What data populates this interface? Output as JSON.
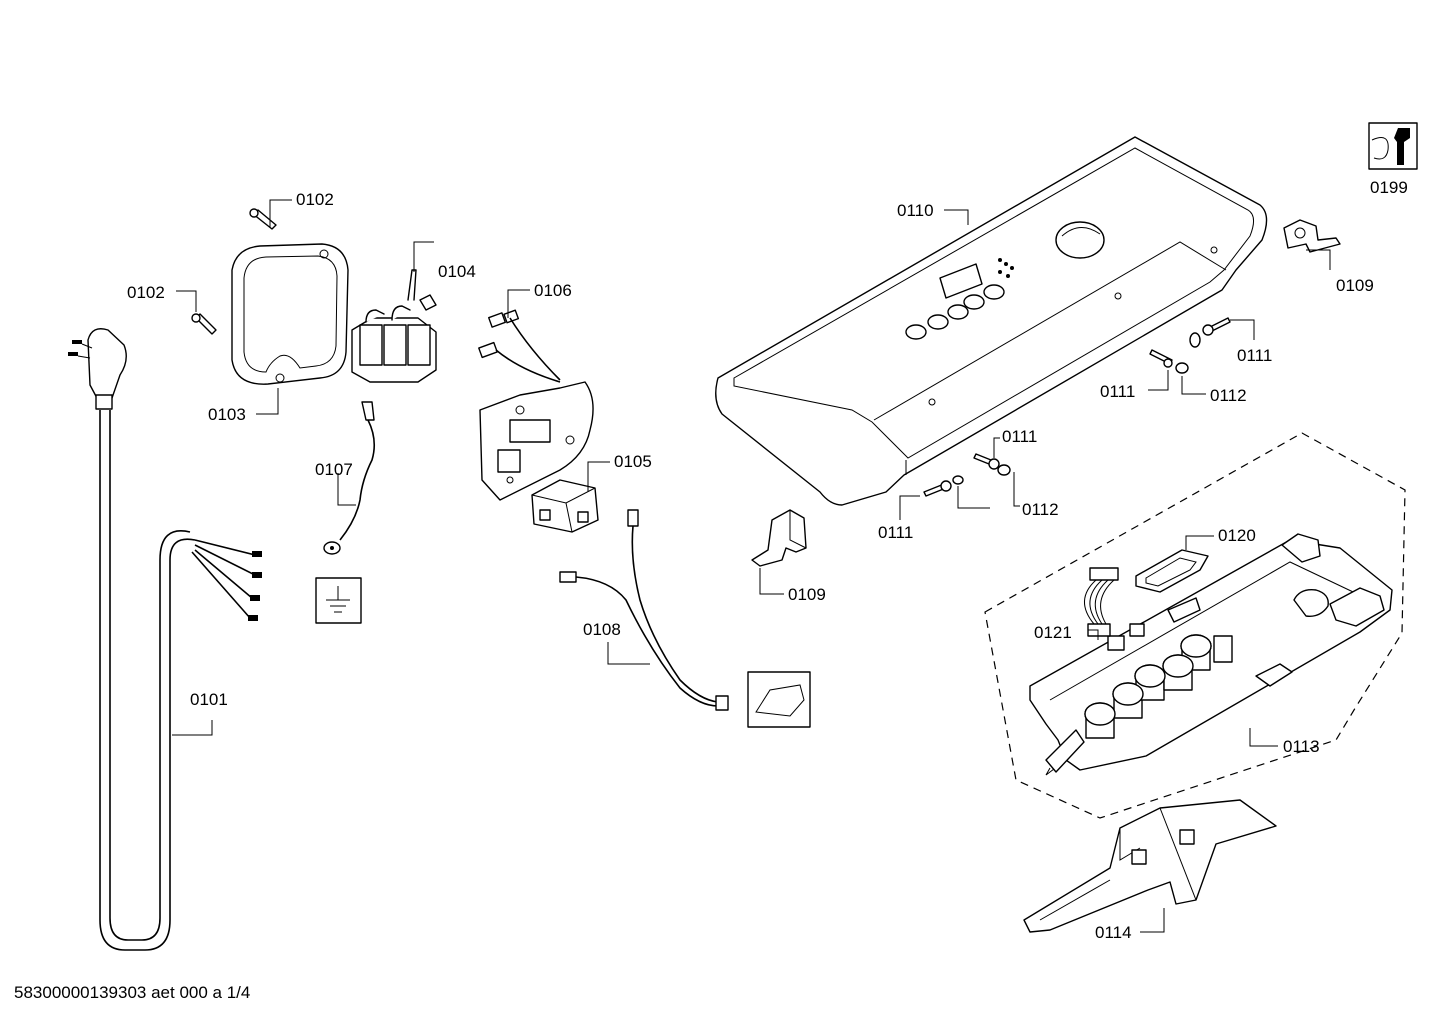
{
  "diagram": {
    "labels": {
      "p0101": "0101",
      "p0102a": "0102",
      "p0102b": "0102",
      "p0103": "0103",
      "p0104": "0104",
      "p0105": "0105",
      "p0106": "0106",
      "p0107": "0107",
      "p0108": "0108",
      "p0109a": "0109",
      "p0109b": "0109",
      "p0110": "0110",
      "p0111a": "0111",
      "p0111b": "0111",
      "p0111c": "0111",
      "p0111d": "0111",
      "p0112a": "0112",
      "p0112b": "0112",
      "p0113": "0113",
      "p0114": "0114",
      "p0120": "0120",
      "p0121": "0121",
      "p0199": "0199"
    },
    "footer": "58300000139303 aet 000 a 1/4",
    "icons": [
      "power-cord-icon",
      "screw-icon",
      "junction-box-icon",
      "terminal-block-icon",
      "ground-wire-icon",
      "ground-symbol-icon",
      "relay-icon",
      "wire-harness-icon",
      "bracket-icon",
      "control-panel-icon",
      "washer-ring-icon",
      "circuit-board-icon",
      "tool-wrench-icon"
    ]
  }
}
